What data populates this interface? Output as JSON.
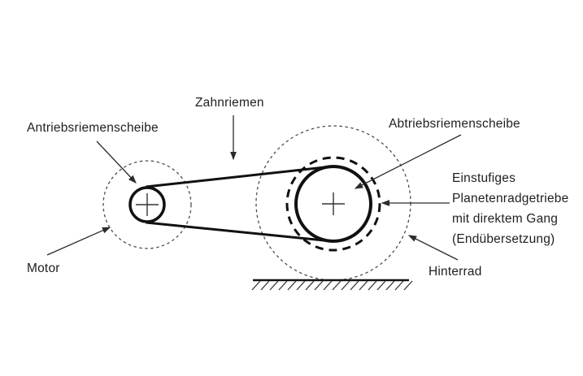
{
  "diagram": {
    "labels": {
      "drive_pulley": "Antriebsriemenscheibe",
      "belt": "Zahnriemen",
      "driven_pulley": "Abtriebsriemenscheibe",
      "motor": "Motor",
      "rear_wheel": "Hinterrad",
      "gearbox_lines": [
        "Einstufiges",
        "Planetenradgetriebe",
        "mit direktem Gang",
        "(Endübersetzung)"
      ]
    },
    "colors": {
      "ink": "#1f1f1f",
      "bold_line": "#111111",
      "thin_line": "#4d4d4d",
      "background": "#ffffff"
    }
  }
}
